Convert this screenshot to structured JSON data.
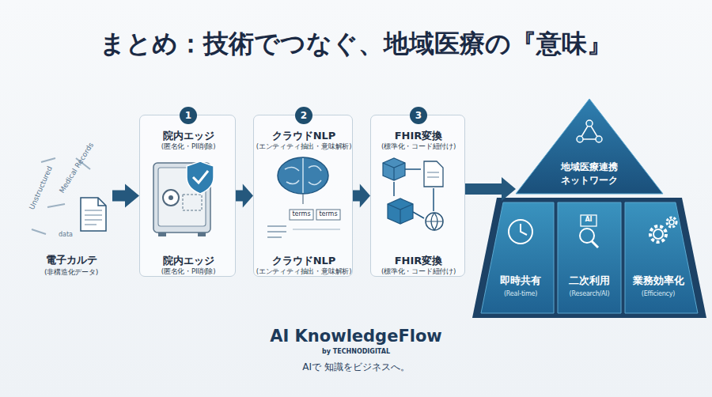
{
  "diagram": {
    "title": "まとめ：技術でつなぐ、地域医療の『意味』",
    "nodes": [
      {
        "text": [
          "電子カルテ",
          "(非構造化データ)"
        ]
      },
      {
        "text": [
          "院内エッジ",
          "(匿名化・PII削除)",
          "院内エッジ",
          "(匿名化・PII削除)"
        ]
      },
      {
        "text": [
          "1"
        ],
        "in": 1
      },
      {
        "text": [
          "クラウドNLP",
          "(エンティティ抽出・意味解析)",
          "クラウドNLP",
          "(エンティティ抽出・意味解析)"
        ]
      },
      {
        "text": [
          "2"
        ],
        "in": 3
      },
      {
        "text": [
          "FHIR変換",
          "(標準化・コード紐付け)",
          "FHIR変換",
          "(標準化・コード紐付け)"
        ]
      },
      {
        "text": [
          "3"
        ],
        "in": 5
      },
      {
        "text": [
          "地域医療連携ネットワーク"
        ]
      },
      {
        "text": [
          "即時共有",
          "(Real-time)"
        ]
      },
      {
        "text": [
          "二次利用",
          "(Research/AI)"
        ]
      },
      {
        "text": [
          "業務効率化",
          "(Efficiency)"
        ]
      }
    ],
    "edges": [
      {
        "from": 0,
        "to": 1,
        "arrow": "to"
      },
      {
        "from": 1,
        "to": 3,
        "arrow": "to"
      },
      {
        "from": 3,
        "to": 5,
        "arrow": "to"
      },
      {
        "from": 5,
        "to": 7,
        "arrow": "to"
      }
    ],
    "labels": [
      "Unstructured",
      "Medical Records",
      "data",
      "terms",
      "terms",
      "AI",
      "AI KnowledgeFlow",
      "by TECHNODIGITAL",
      "AIで 知識をビジネスへ。"
    ]
  }
}
